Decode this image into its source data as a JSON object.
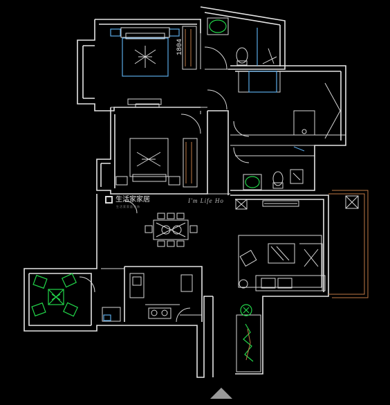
{
  "dimension_label": "1804",
  "brand": {
    "name": "生活家家居",
    "tagline": "生活家家居装饰",
    "watermark": "I'm Life Ho"
  },
  "colors": {
    "background": "#000000",
    "walls": "#e6e6e6",
    "furniture_blue": "#5aa9e6",
    "plants_green": "#22d64a",
    "accent_orange": "#c07a46"
  }
}
